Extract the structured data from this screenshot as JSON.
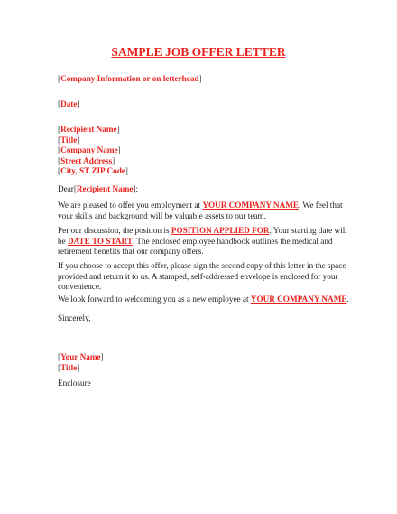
{
  "title": "SAMPLE JOB OFFER LETTER",
  "company_info": "Company Information or on letterhead",
  "date": "Date",
  "recipient": {
    "name": "Recipient Name",
    "title": "Title",
    "company": "Company Name",
    "street": "Street Address",
    "city": "City, ST  ZIP Code"
  },
  "salutation": {
    "prefix": "Dear",
    "name": "Recipient Name",
    "suffix": ":"
  },
  "para1": {
    "l1_pre": "We are pleased to offer you employment at ",
    "l1_ph": "YOUR COMPANY NAME",
    "l1_post": ". We feel that",
    "l2": "your skills and background will be valuable assets to our team."
  },
  "para2": {
    "l1_pre": "Per our discussion, the position is ",
    "l1_ph": "POSITION APPLIED FOR",
    "l1_post": ". Your starting date will",
    "l2_pre": "be ",
    "l2_ph": "DATE TO START",
    "l2_post": ". The enclosed employee handbook outlines the medical and",
    "l3": "retirement benefits that our company offers."
  },
  "para3": {
    "l1": "If you choose to accept this offer, please sign the second copy of this letter in the space",
    "l2": "provided and return it to us. A stamped, self-addressed envelope is enclosed for your",
    "l3": "convenience."
  },
  "para4": {
    "pre": "We look forward to welcoming you as a new employee at ",
    "ph": "YOUR COMPANY NAME",
    "post": "."
  },
  "closing": "Sincerely,",
  "signature": {
    "name": "Your Name",
    "title": "Title"
  },
  "enclosure": "Enclosure"
}
